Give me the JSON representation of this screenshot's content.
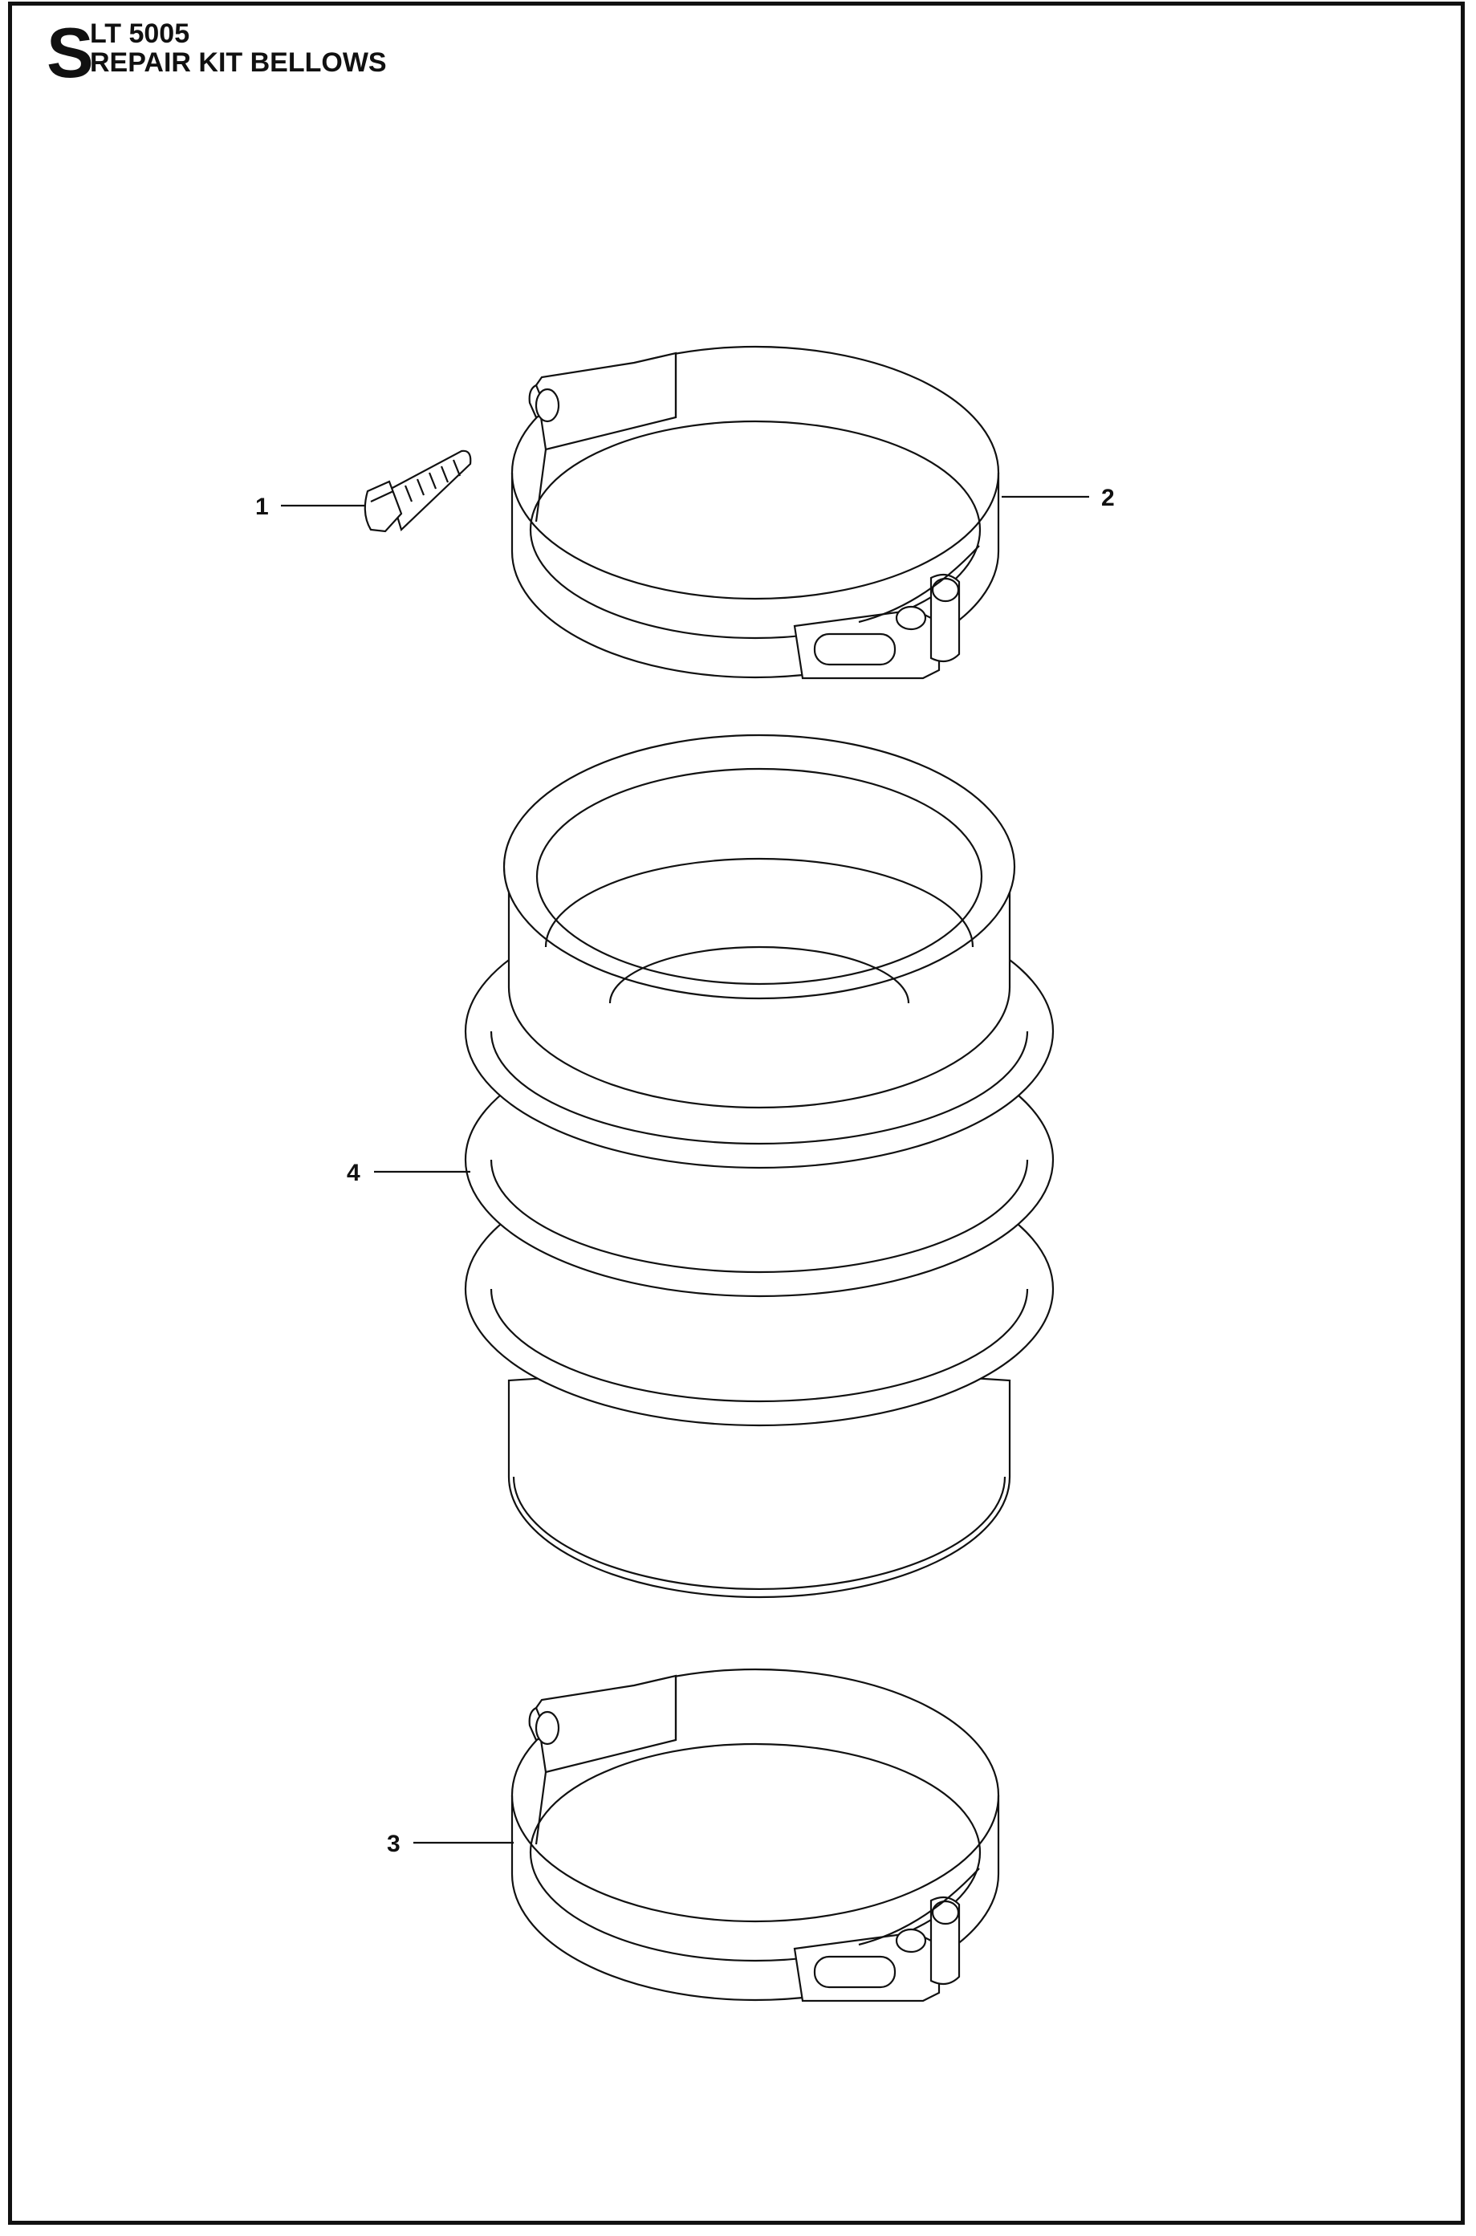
{
  "header": {
    "section_letter": "S",
    "model": "LT 5005",
    "title": "REPAIR KIT BELLOWS"
  },
  "callouts": [
    {
      "number": "1",
      "part": "bolt"
    },
    {
      "number": "2",
      "part": "hose-clamp-upper"
    },
    {
      "number": "3",
      "part": "hose-clamp-lower"
    },
    {
      "number": "4",
      "part": "bellows"
    }
  ],
  "colors": {
    "line": "#111111",
    "background": "#ffffff"
  }
}
